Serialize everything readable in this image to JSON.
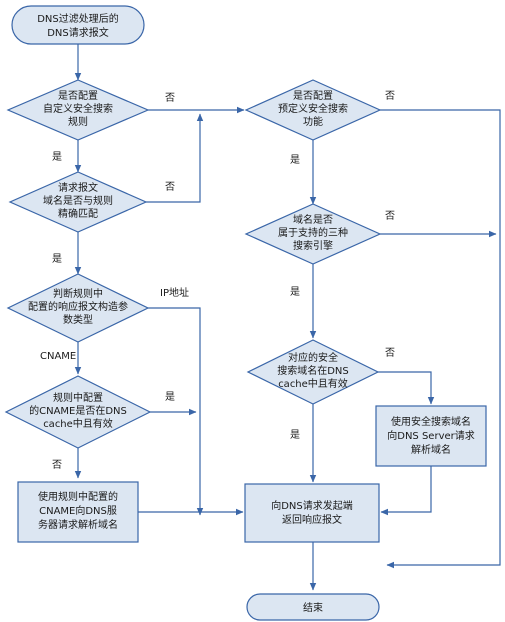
{
  "nodes": {
    "start": [
      "DNS过滤处理后的",
      "DNS请求报文"
    ],
    "d_custom_rule": [
      "是否配置",
      "自定义安全搜索",
      "规则"
    ],
    "d_exact_match": [
      "请求报文",
      "域名是否与规则",
      "精确匹配"
    ],
    "d_param_type": [
      "判断规则中",
      "配置的响应报文构造参",
      "数类型"
    ],
    "d_cname_cache": [
      "规则中配置",
      "的CNAME是否在DNS",
      "cache中且有效"
    ],
    "p_resolve_cname": [
      "使用规则中配置的",
      "CNAME向DNS服",
      "务器请求解析域名"
    ],
    "d_predefined": [
      "是否配置",
      "预定义安全搜索",
      "功能"
    ],
    "d_supported_engine": [
      "域名是否",
      "属于支持的三种",
      "搜索引擎"
    ],
    "d_safe_domain_cache": [
      "对应的安全",
      "搜索域名在DNS",
      "cache中且有效"
    ],
    "p_resolve_safe": [
      "使用安全搜索域名",
      "向DNS Server请求",
      "解析域名"
    ],
    "p_respond": [
      "向DNS请求发起端",
      "返回响应报文"
    ],
    "end": [
      "结束"
    ]
  },
  "labels": {
    "yes": "是",
    "no": "否",
    "ip": "IP地址",
    "cname": "CNAME"
  },
  "colors": {
    "node_fill": "#dce6f2",
    "stroke": "#3a66a8",
    "text": "#1a1a1a"
  }
}
